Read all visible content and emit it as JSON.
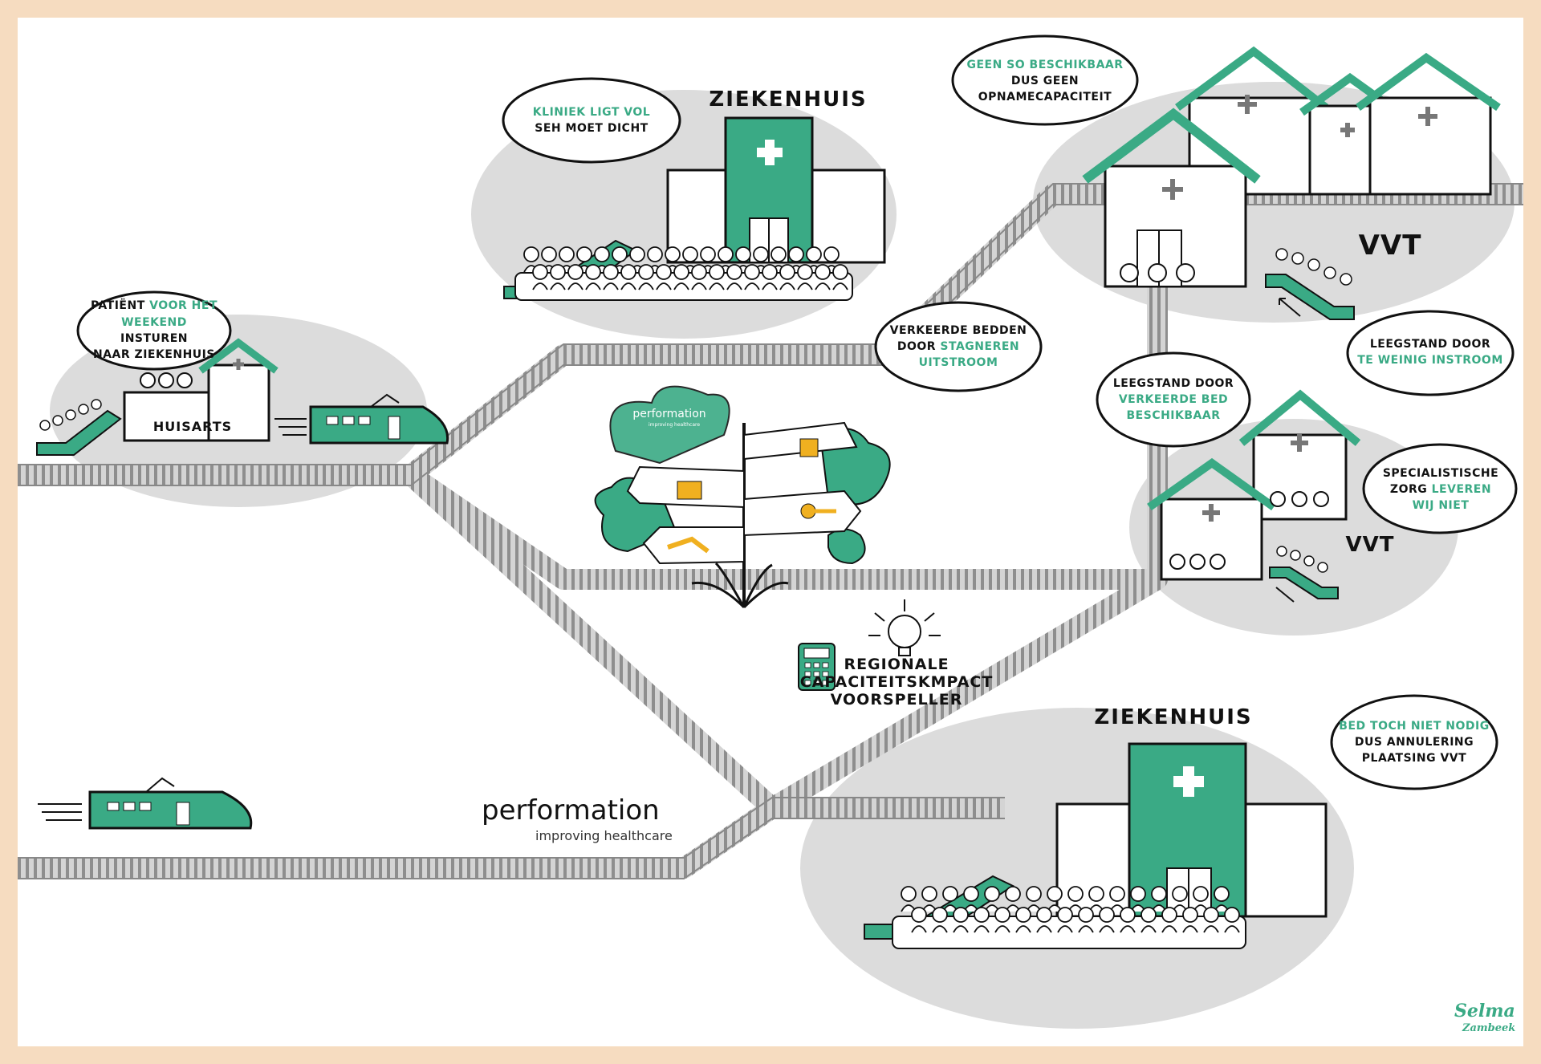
{
  "nodes": {
    "huisarts": {
      "label": "HUISARTS"
    },
    "ziekenhuis_top": {
      "label": "ZIEKENHUIS"
    },
    "ziekenhuis_bottom": {
      "label": "ZIEKENHUIS"
    },
    "vvt_top": {
      "label": "VVT"
    },
    "vvt_mid": {
      "label": "VVT"
    },
    "voorspeller": {
      "line1": "REGIONALE",
      "line2": "CAPACITEITSKMPACT",
      "line3": "VOORSPELLER"
    }
  },
  "bubbles": {
    "patient": {
      "l1a": "PATIËNT ",
      "l1b": "VOOR HET",
      "l2a": "WEEKEND",
      "l2b": " INSTUREN",
      "l3": "NAAR ZIEKENHUIS"
    },
    "kliniek": {
      "l1": "KLINIEK LIGT VOL",
      "l2": "SEH MOET DICHT"
    },
    "geen_so": {
      "l1": "GEEN SO BESCHIKBAAR",
      "l2": "DUS GEEN",
      "l3": "OPNAMECAPACITEIT"
    },
    "verkeerde_bedden": {
      "l1": "VERKEERDE BEDDEN",
      "l2a": "DOOR ",
      "l2b": "STAGNEREN",
      "l3": "UITSTROOM"
    },
    "leegstand_instroom": {
      "l1": "LEEGSTAND DOOR",
      "l2": "TE WEINIG INSTROOM"
    },
    "leegstand_bed": {
      "l1": "LEEGSTAND DOOR",
      "l2": "VERKEERDE BED",
      "l3": "BESCHIKBAAR"
    },
    "specialistische": {
      "l1": "SPECIALISTISCHE",
      "l2a": "ZORG ",
      "l2b": "LEVEREN",
      "l3": "WIJ NIET"
    },
    "bed_toch": {
      "l1": "BED TOCH NIET NODIG",
      "l2": "DUS ANNULERING",
      "l3": "PLAATSING VVT"
    }
  },
  "signpost": {
    "brand": "performation",
    "brand_sub": "improving healthcare"
  },
  "logo": {
    "main": "performation",
    "sub": "improving healthcare"
  },
  "signature": {
    "first": "Selma",
    "last": "Zambeek"
  },
  "colors": {
    "accent": "#3aaa85",
    "shadow": "#dcdcdc",
    "track": "#aaaaaa",
    "frame": "#f6dcc0"
  },
  "icons": [
    "hospital-icon",
    "house-icon",
    "train-icon",
    "escalator-icon",
    "signpost-icon",
    "lightbulb-icon",
    "calculator-icon",
    "thought-cloud-icon",
    "person-icon"
  ]
}
